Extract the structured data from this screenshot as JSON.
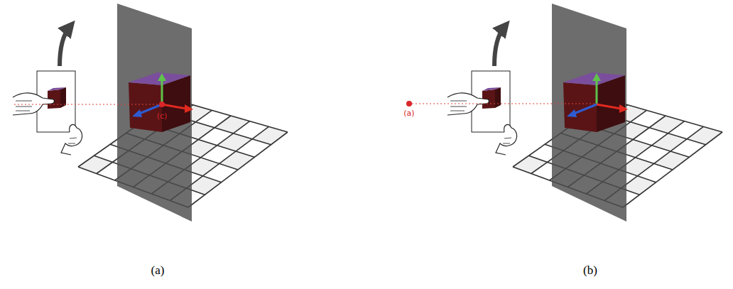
{
  "diagram": {
    "labels": [
      "(c)",
      "(a)",
      "(a)",
      "(b)"
    ]
  }
}
